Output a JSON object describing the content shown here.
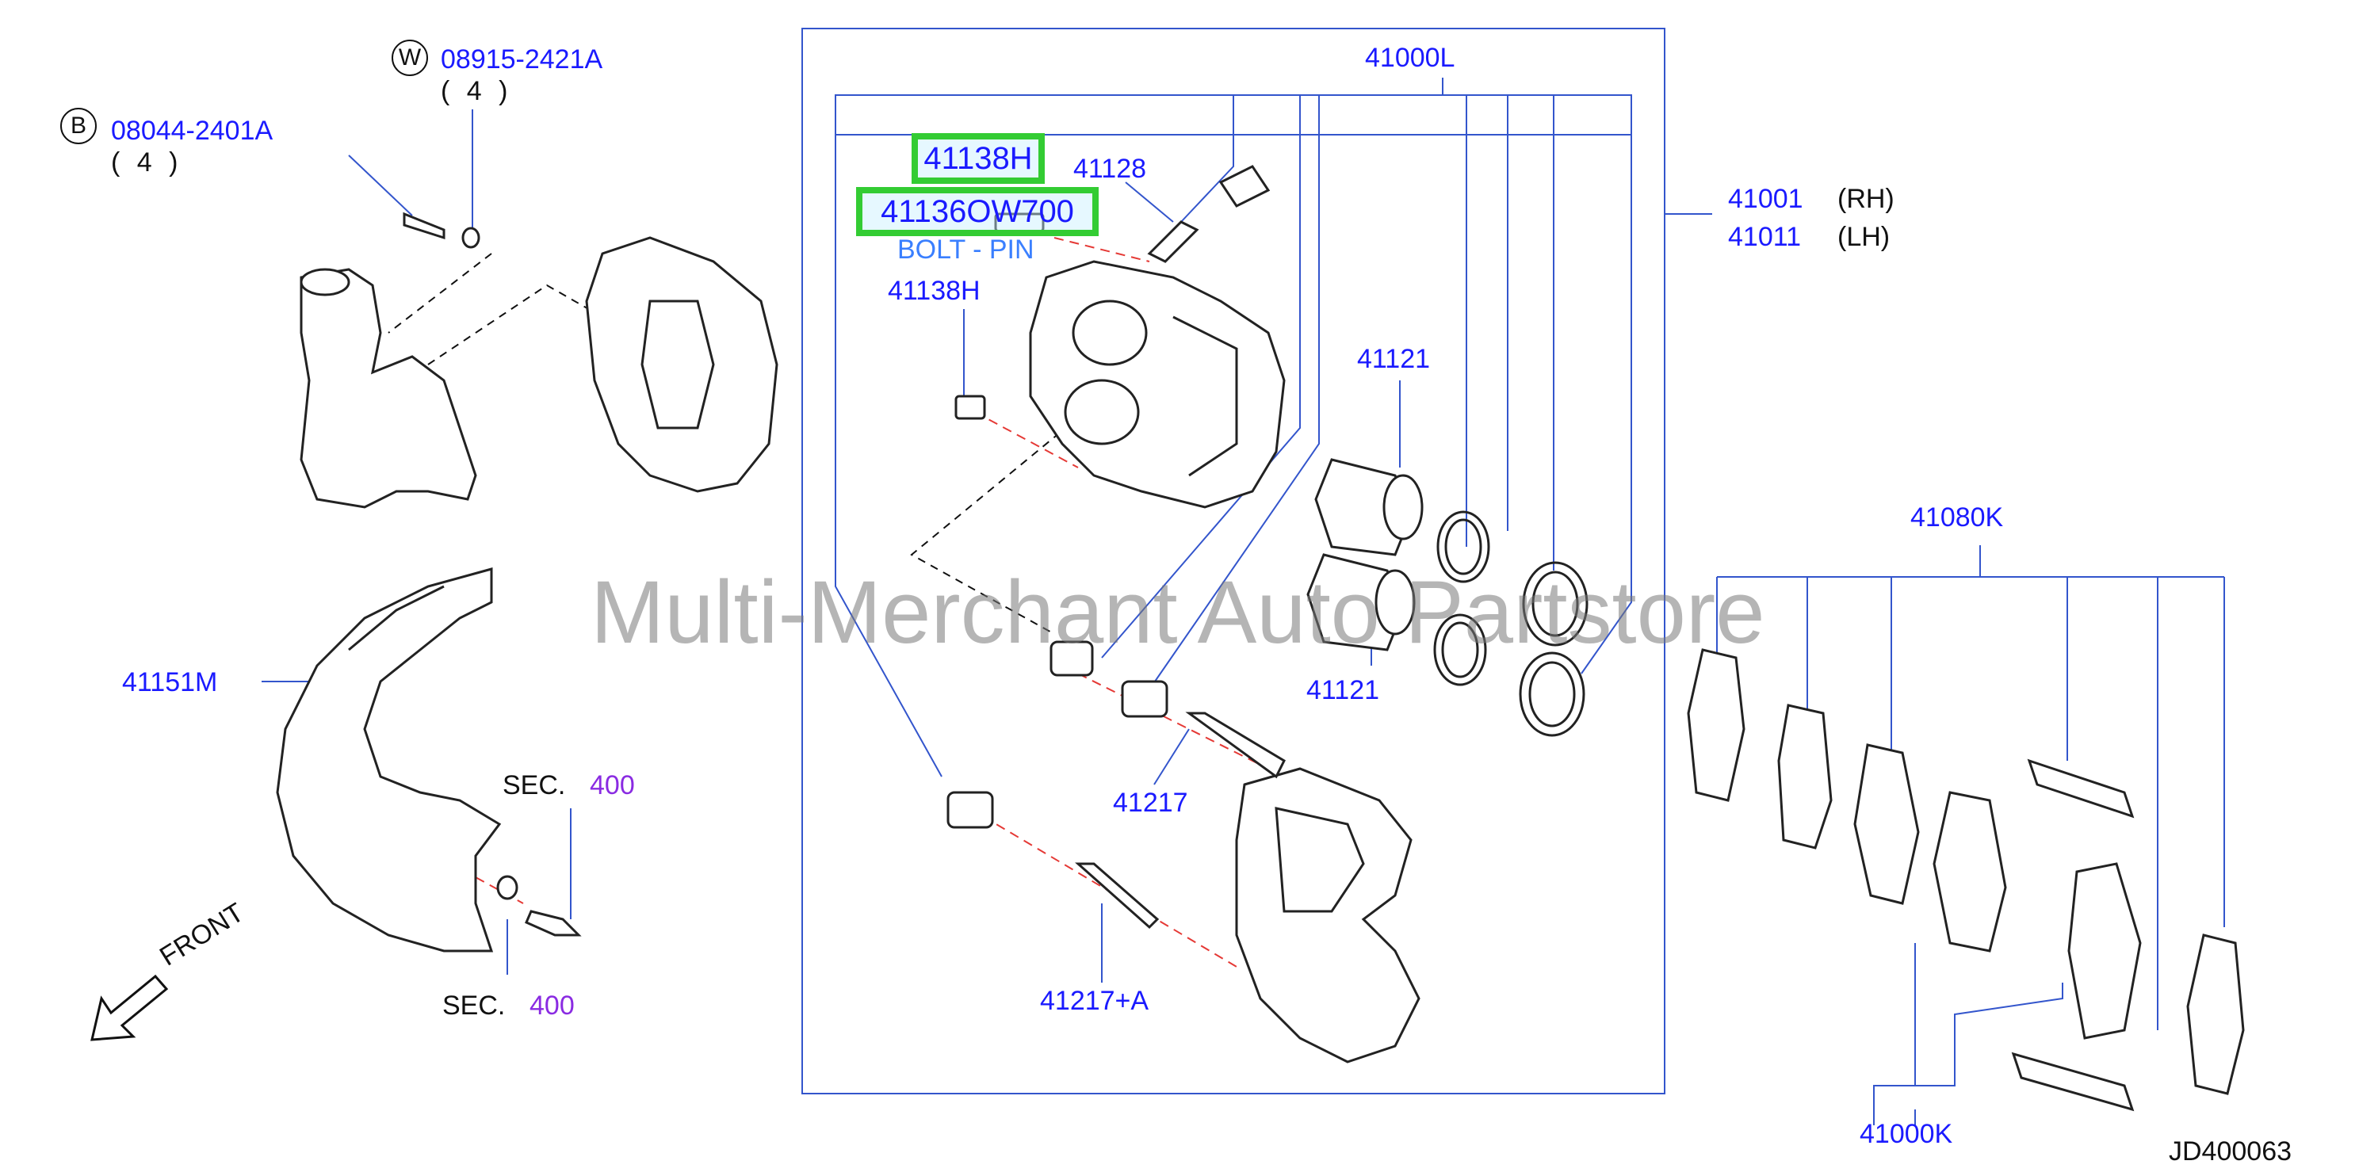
{
  "parts": {
    "p41000L": "41000L",
    "p41001": "41001",
    "p41001_side": "(RH)",
    "p41011": "41011",
    "p41011_side": "(LH)",
    "p41138H_top": "41138H",
    "p41136": "41136OW700",
    "bolt_pin": "BOLT - PIN",
    "p41128": "41128",
    "p41138H_mid": "41138H",
    "p41121_top": "41121",
    "p41121_bottom": "41121",
    "p41217": "41217",
    "p41217A": "41217+A",
    "p41080K": "41080K",
    "p41000K": "41000K",
    "p41151M": "41151M",
    "w_code": "W",
    "w_part": "08915-2421A",
    "w_qty": "( 4 )",
    "b_code": "B",
    "b_part": "08044-2401A",
    "b_qty": "( 4 )",
    "sec_label_1": "SEC.",
    "sec_num_1": "400",
    "sec_label_2": "SEC.",
    "sec_num_2": "400",
    "front": "FRONT",
    "diagram_id": "JD400063"
  },
  "watermark": "Multi-Merchant Auto Partstore",
  "colors": {
    "part_label": "#1a1aff",
    "leader_line": "#3355cc",
    "sec_number": "#8a2be2",
    "highlight_border": "#33cc33",
    "dashed_red": "#e53935",
    "outline": "#222222"
  }
}
